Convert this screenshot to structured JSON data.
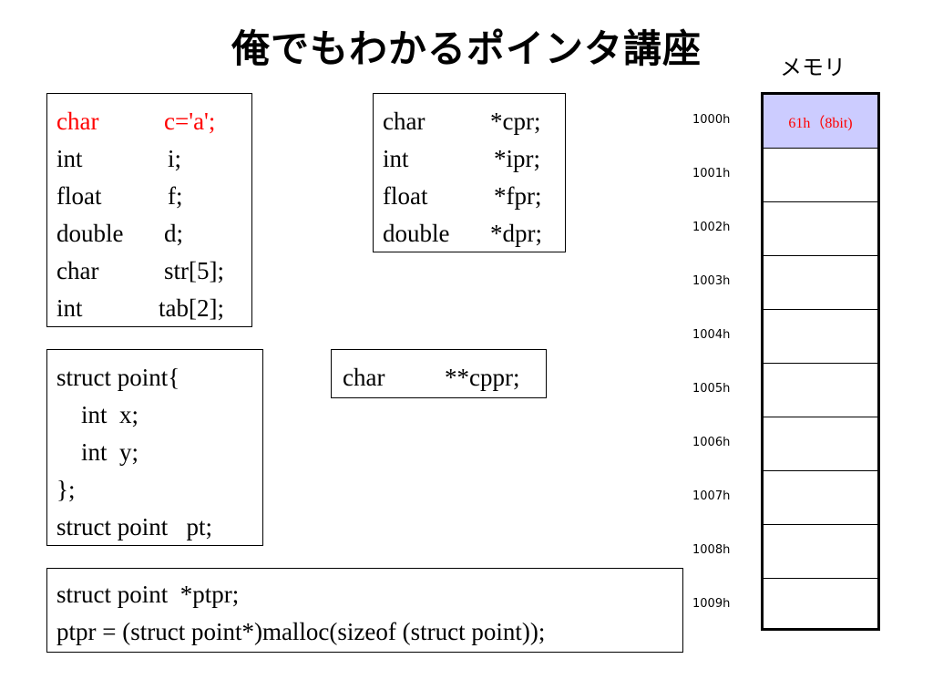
{
  "title": "俺でもわかるポインタ講座",
  "memory": {
    "label": "メモリ",
    "highlight_color": "#ccccff",
    "cells": [
      {
        "address": "1000h",
        "value": "61h（8bit)",
        "highlight": true
      },
      {
        "address": "1001h",
        "value": ""
      },
      {
        "address": "1002h",
        "value": ""
      },
      {
        "address": "1003h",
        "value": ""
      },
      {
        "address": "1004h",
        "value": ""
      },
      {
        "address": "1005h",
        "value": ""
      },
      {
        "address": "1006h",
        "value": ""
      },
      {
        "address": "1007h",
        "value": ""
      },
      {
        "address": "1008h",
        "value": ""
      },
      {
        "address": "1009h",
        "value": ""
      }
    ]
  },
  "vars_box": {
    "lines": [
      {
        "type": "char",
        "name": "c='a';",
        "highlight": true
      },
      {
        "type": "int",
        "name": "i;"
      },
      {
        "type": "float",
        "name": "f;"
      },
      {
        "type": "double",
        "name": "d;"
      },
      {
        "type": "char",
        "name": "str[5];"
      },
      {
        "type": "int",
        "name": "tab[2];"
      }
    ]
  },
  "pointers_box": {
    "lines": [
      {
        "type": "char",
        "name": "*cpr;"
      },
      {
        "type": "int",
        "name": "*ipr;"
      },
      {
        "type": "float",
        "name": "*fpr;"
      },
      {
        "type": "double",
        "name": "*dpr;"
      }
    ]
  },
  "struct_box": {
    "lines": [
      "struct point{",
      "    int  x;",
      "    int  y;",
      "};",
      "struct point   pt;"
    ]
  },
  "dptr_box": {
    "type": "char",
    "name": "**cppr;"
  },
  "malloc_box": {
    "lines": [
      "struct point  *ptpr;",
      "ptpr = (struct point*)malloc(sizeof (struct point));"
    ]
  },
  "colors": {
    "highlight_text": "#ff0000",
    "memory_highlight": "#ccccff"
  }
}
